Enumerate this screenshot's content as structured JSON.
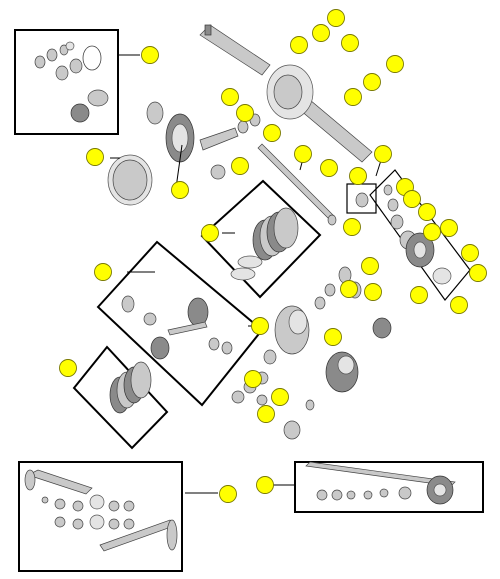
{
  "diagram": {
    "title": "",
    "colors": {
      "callout_fill": "#ffff00",
      "outline": "#000000",
      "part_fill": "#c9c9c9"
    },
    "callouts": [
      {
        "id": "pinion-bearing-kit-box"
      },
      {
        "id": "axle-housing-top-1"
      },
      {
        "id": "axle-housing-top-2"
      },
      {
        "id": "axle-housing-top-3"
      },
      {
        "id": "axle-housing-top-4"
      },
      {
        "id": "axle-housing-top-5"
      },
      {
        "id": "housing-vent"
      },
      {
        "id": "pinion-seal"
      },
      {
        "id": "pinion-bearing"
      },
      {
        "id": "pinion-yoke"
      },
      {
        "id": "pinion-nut"
      },
      {
        "id": "cover-gasket"
      },
      {
        "id": "ring-gear"
      },
      {
        "id": "pinion-gear"
      },
      {
        "id": "axle-shaft-inner"
      },
      {
        "id": "axle-bearing-group-1"
      },
      {
        "id": "axle-bearing-group-2"
      },
      {
        "id": "axle-bearing-group-3"
      },
      {
        "id": "axle-bearing-group-4"
      },
      {
        "id": "axle-bearing-group-5"
      },
      {
        "id": "axle-bearing-group-6"
      },
      {
        "id": "axle-bearing-group-7"
      },
      {
        "id": "axle-bearing-group-8"
      },
      {
        "id": "axle-bearing-group-9"
      },
      {
        "id": "axle-bearing-group-10"
      },
      {
        "id": "axle-bearing-group-11"
      },
      {
        "id": "clutch-pack-upper"
      },
      {
        "id": "spider-gear-kit"
      },
      {
        "id": "differential-carrier"
      },
      {
        "id": "carrier-bearing-1"
      },
      {
        "id": "carrier-bearing-2"
      },
      {
        "id": "carrier-bearing-3"
      },
      {
        "id": "carrier-shim"
      },
      {
        "id": "locker-carrier"
      },
      {
        "id": "clutch-pack-lower"
      },
      {
        "id": "side-bearing-1"
      },
      {
        "id": "side-bearing-2"
      },
      {
        "id": "side-bearing-3"
      },
      {
        "id": "side-bearing-4"
      },
      {
        "id": "axle-shaft-kit-left"
      },
      {
        "id": "axle-shaft-kit-right"
      }
    ]
  }
}
